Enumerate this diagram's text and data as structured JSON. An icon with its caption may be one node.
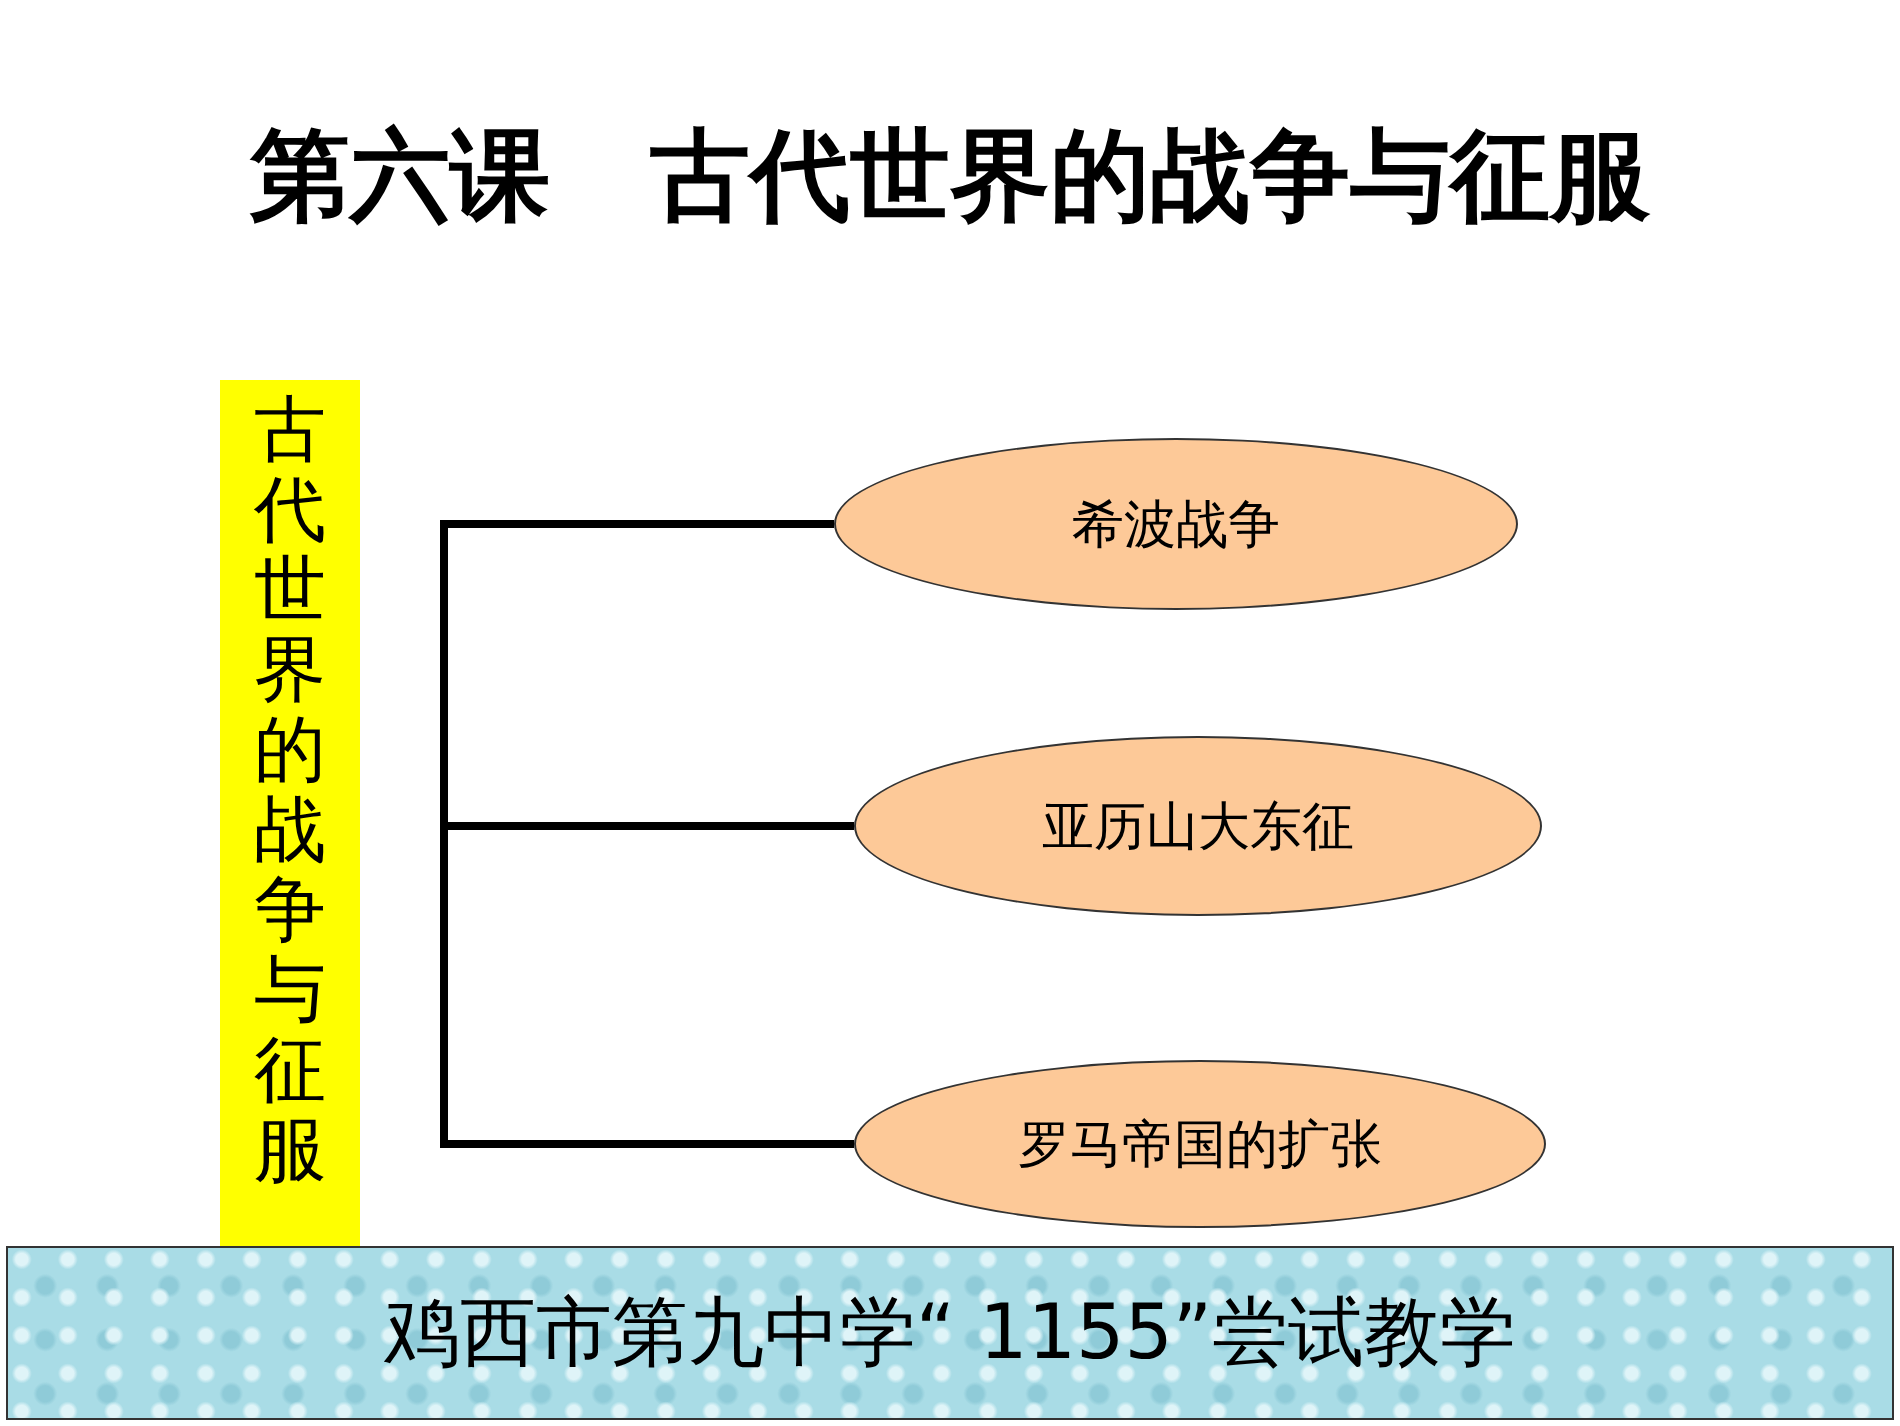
{
  "diagram": {
    "title": "第六课　古代世界的战争与征服",
    "nodes": [
      {
        "text": [
          "古代世界的战争与征服"
        ]
      },
      {
        "text": [
          "希波战争"
        ]
      },
      {
        "text": [
          "亚历山大东征"
        ]
      },
      {
        "text": [
          "罗马帝国的扩张"
        ]
      },
      {
        "text": [
          "鸡西市第九中学“ 1155”尝试教学"
        ]
      }
    ],
    "edges": [
      {
        "from": null,
        "to": 1,
        "arrow": "none"
      },
      {
        "from": null,
        "to": 2,
        "arrow": "none"
      },
      {
        "from": null,
        "to": 3,
        "arrow": "none"
      }
    ]
  }
}
